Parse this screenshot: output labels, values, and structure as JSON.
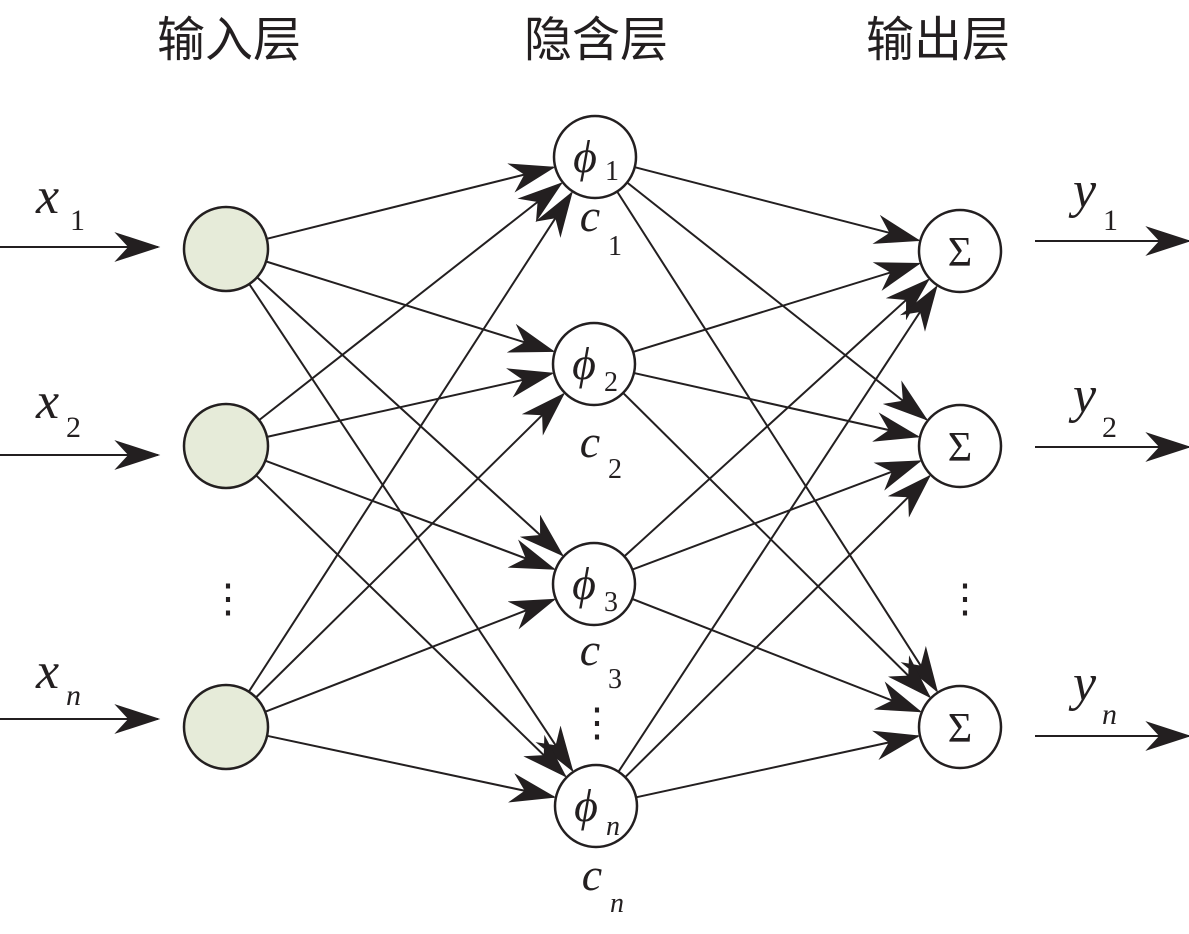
{
  "titles": {
    "input": "输入层",
    "hidden": "隐含层",
    "output": "输出层"
  },
  "colors": {
    "ink": "#231f20",
    "input_fill": "#e6ebd9",
    "node_fill": "#ffffff"
  },
  "inputs": [
    {
      "var": "x",
      "sub": "1"
    },
    {
      "var": "x",
      "sub": "2"
    },
    {
      "var": "x",
      "sub": "n"
    }
  ],
  "hidden": [
    {
      "func": "ϕ",
      "sub": "1",
      "center_var": "c",
      "center_sub": "1"
    },
    {
      "func": "ϕ",
      "sub": "2",
      "center_var": "c",
      "center_sub": "2"
    },
    {
      "func": "ϕ",
      "sub": "3",
      "center_var": "c",
      "center_sub": "3"
    },
    {
      "func": "ϕ",
      "sub": "n",
      "center_var": "c",
      "center_sub": "n"
    }
  ],
  "outputs": [
    {
      "var": "y",
      "sub": "1",
      "symbol": "Σ"
    },
    {
      "var": "y",
      "sub": "2",
      "symbol": "Σ"
    },
    {
      "var": "y",
      "sub": "n",
      "symbol": "Σ"
    }
  ],
  "ellipsis": "⋮"
}
